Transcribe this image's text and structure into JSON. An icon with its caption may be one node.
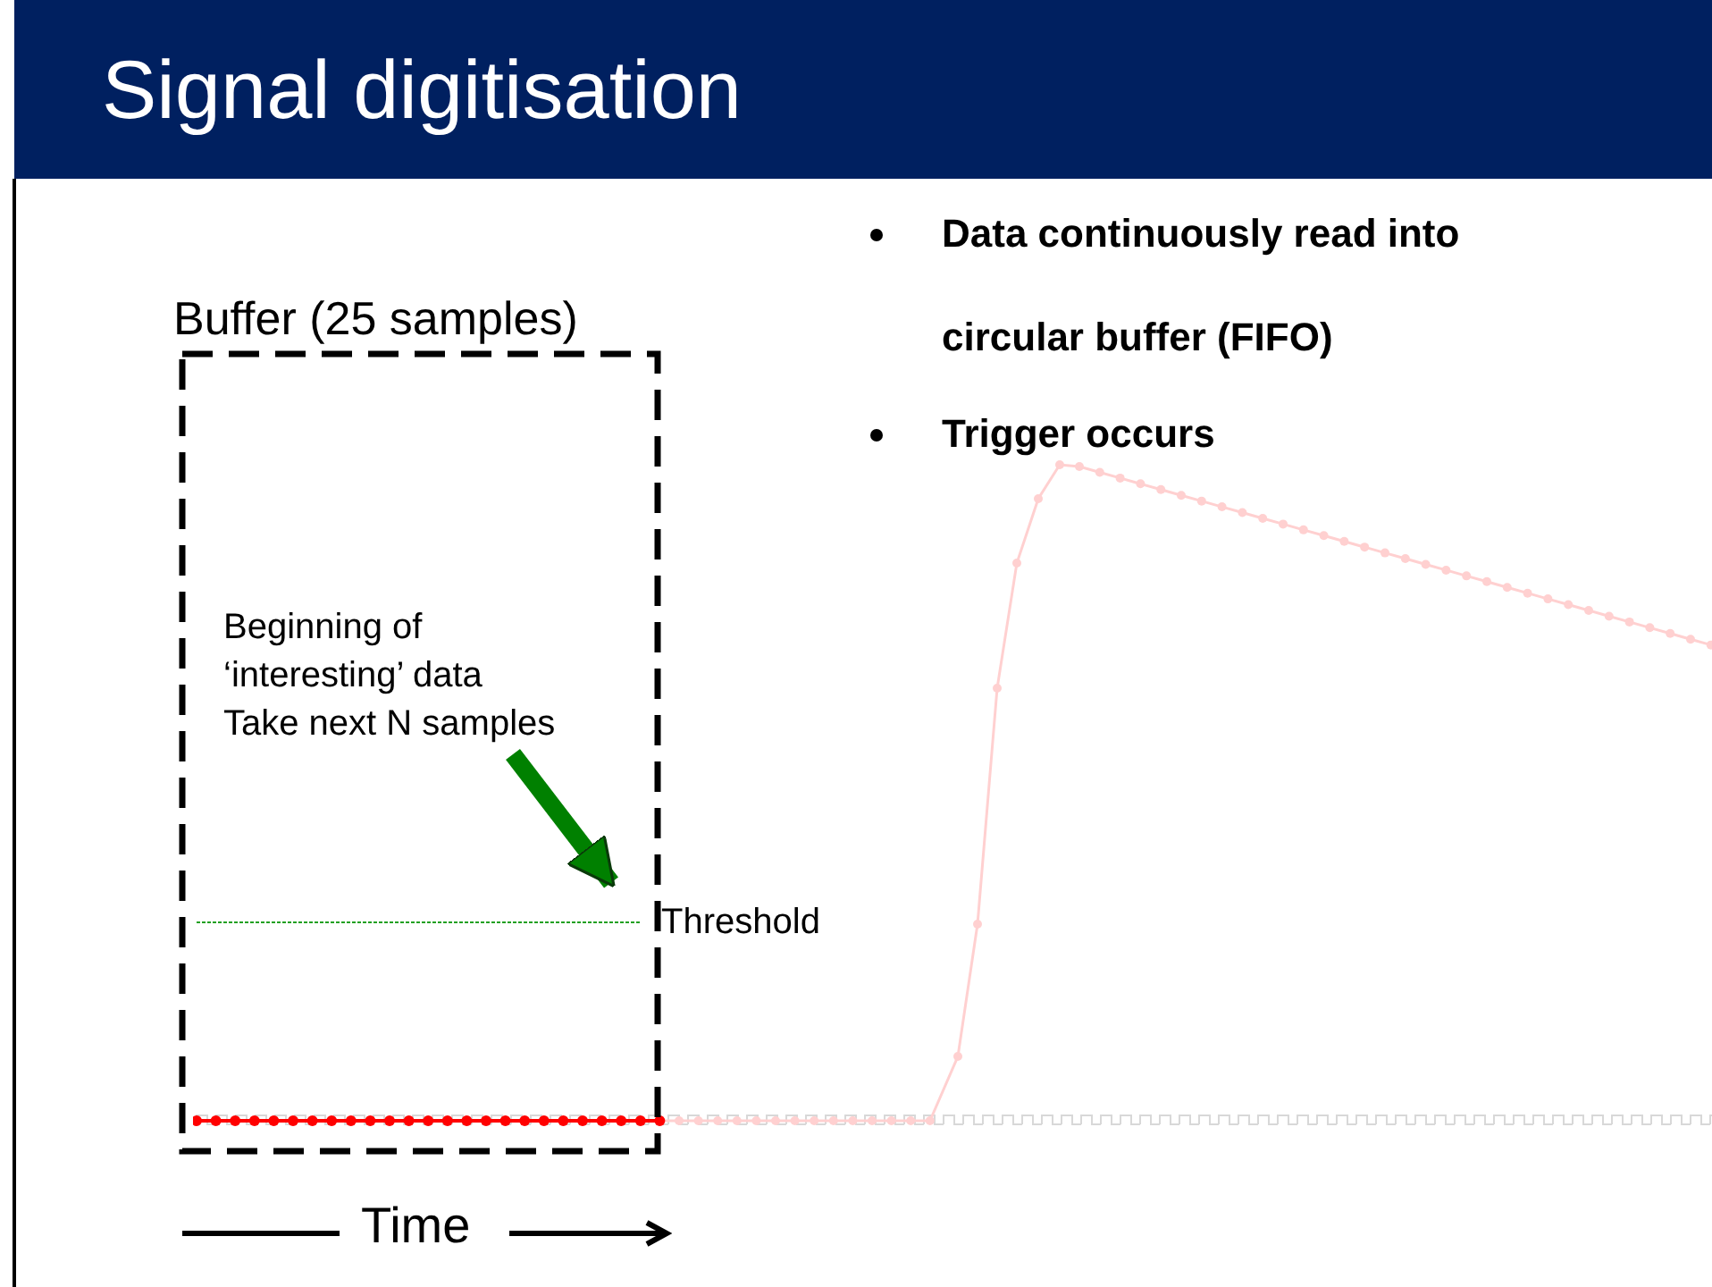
{
  "diagram": {
    "title": "Signal digitisation",
    "nodes": [
      {
        "text": [
          "Buffer (25 samples)"
        ]
      },
      {
        "text": [
          "Beginning of ‘interesting’ data",
          "Take next N samples"
        ],
        "in": 0
      },
      {
        "text": [],
        "shape": "bar",
        "in": 0,
        "beside": [
          "Threshold"
        ]
      }
    ],
    "edges": [
      {
        "from": 1,
        "to": 2,
        "arrow": "to",
        "color": "#008000"
      }
    ],
    "labels": [
      "Data continuously read into circular buffer (FIFO)",
      "Trigger occurs",
      "Time"
    ]
  }
}
